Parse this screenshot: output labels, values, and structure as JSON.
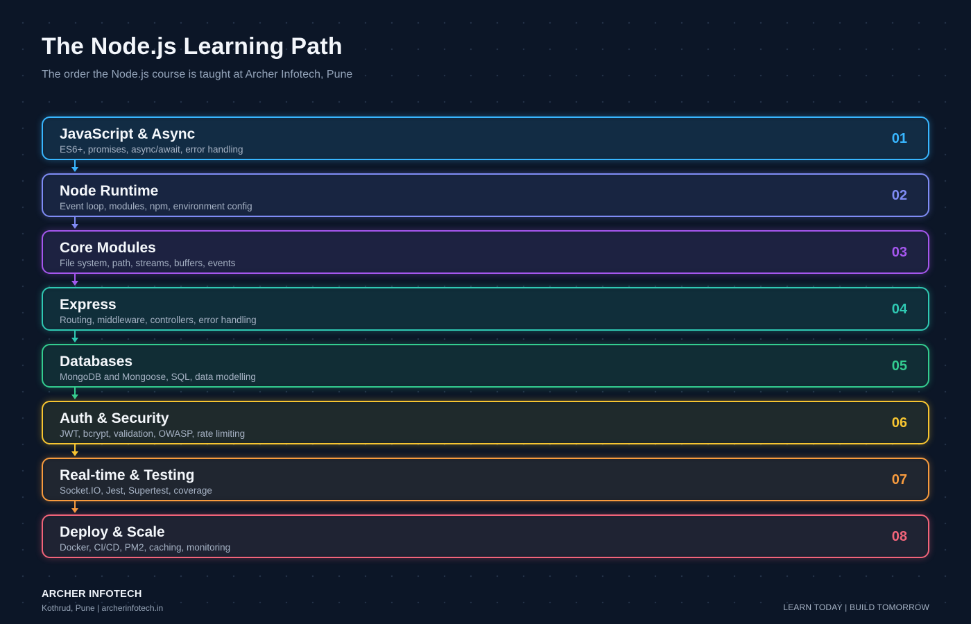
{
  "header": {
    "title": "The Node.js Learning Path",
    "subtitle": "The order the Node.js course is taught at Archer Infotech, Pune"
  },
  "steps": [
    {
      "name": "JavaScript & Async",
      "desc": "ES6+, promises, async/await, error handling",
      "num": "01",
      "color": "#38b6ff",
      "bg": "#122c44"
    },
    {
      "name": "Node Runtime",
      "desc": "Event loop, modules, npm, environment config",
      "num": "02",
      "color": "#7f8cf5",
      "bg": "#182541"
    },
    {
      "name": "Core Modules",
      "desc": "File system, path, streams, buffers, events",
      "num": "03",
      "color": "#a557ee",
      "bg": "#1d2241"
    },
    {
      "name": "Express",
      "desc": "Routing, middleware, controllers, error handling",
      "num": "04",
      "color": "#2fc9b3",
      "bg": "#102e3a"
    },
    {
      "name": "Databases",
      "desc": "MongoDB and Mongoose, SQL, data modelling",
      "num": "05",
      "color": "#33cc90",
      "bg": "#112d35"
    },
    {
      "name": "Auth & Security",
      "desc": "JWT, bcrypt, validation, OWASP, rate limiting",
      "num": "06",
      "color": "#f7c531",
      "bg": "#1f2a2c"
    },
    {
      "name": "Real-time & Testing",
      "desc": "Socket.IO, Jest, Supertest, coverage",
      "num": "07",
      "color": "#f79b3e",
      "bg": "#202630"
    },
    {
      "name": "Deploy & Scale",
      "desc": "Docker, CI/CD, PM2, caching, monitoring",
      "num": "08",
      "color": "#f2647a",
      "bg": "#1f2333"
    }
  ],
  "footer": {
    "brand": "ARCHER INFOTECH",
    "contact": "Kothrud, Pune  |  archerinfotech.in",
    "tagline": "LEARN TODAY  |  BUILD TOMORROW"
  }
}
